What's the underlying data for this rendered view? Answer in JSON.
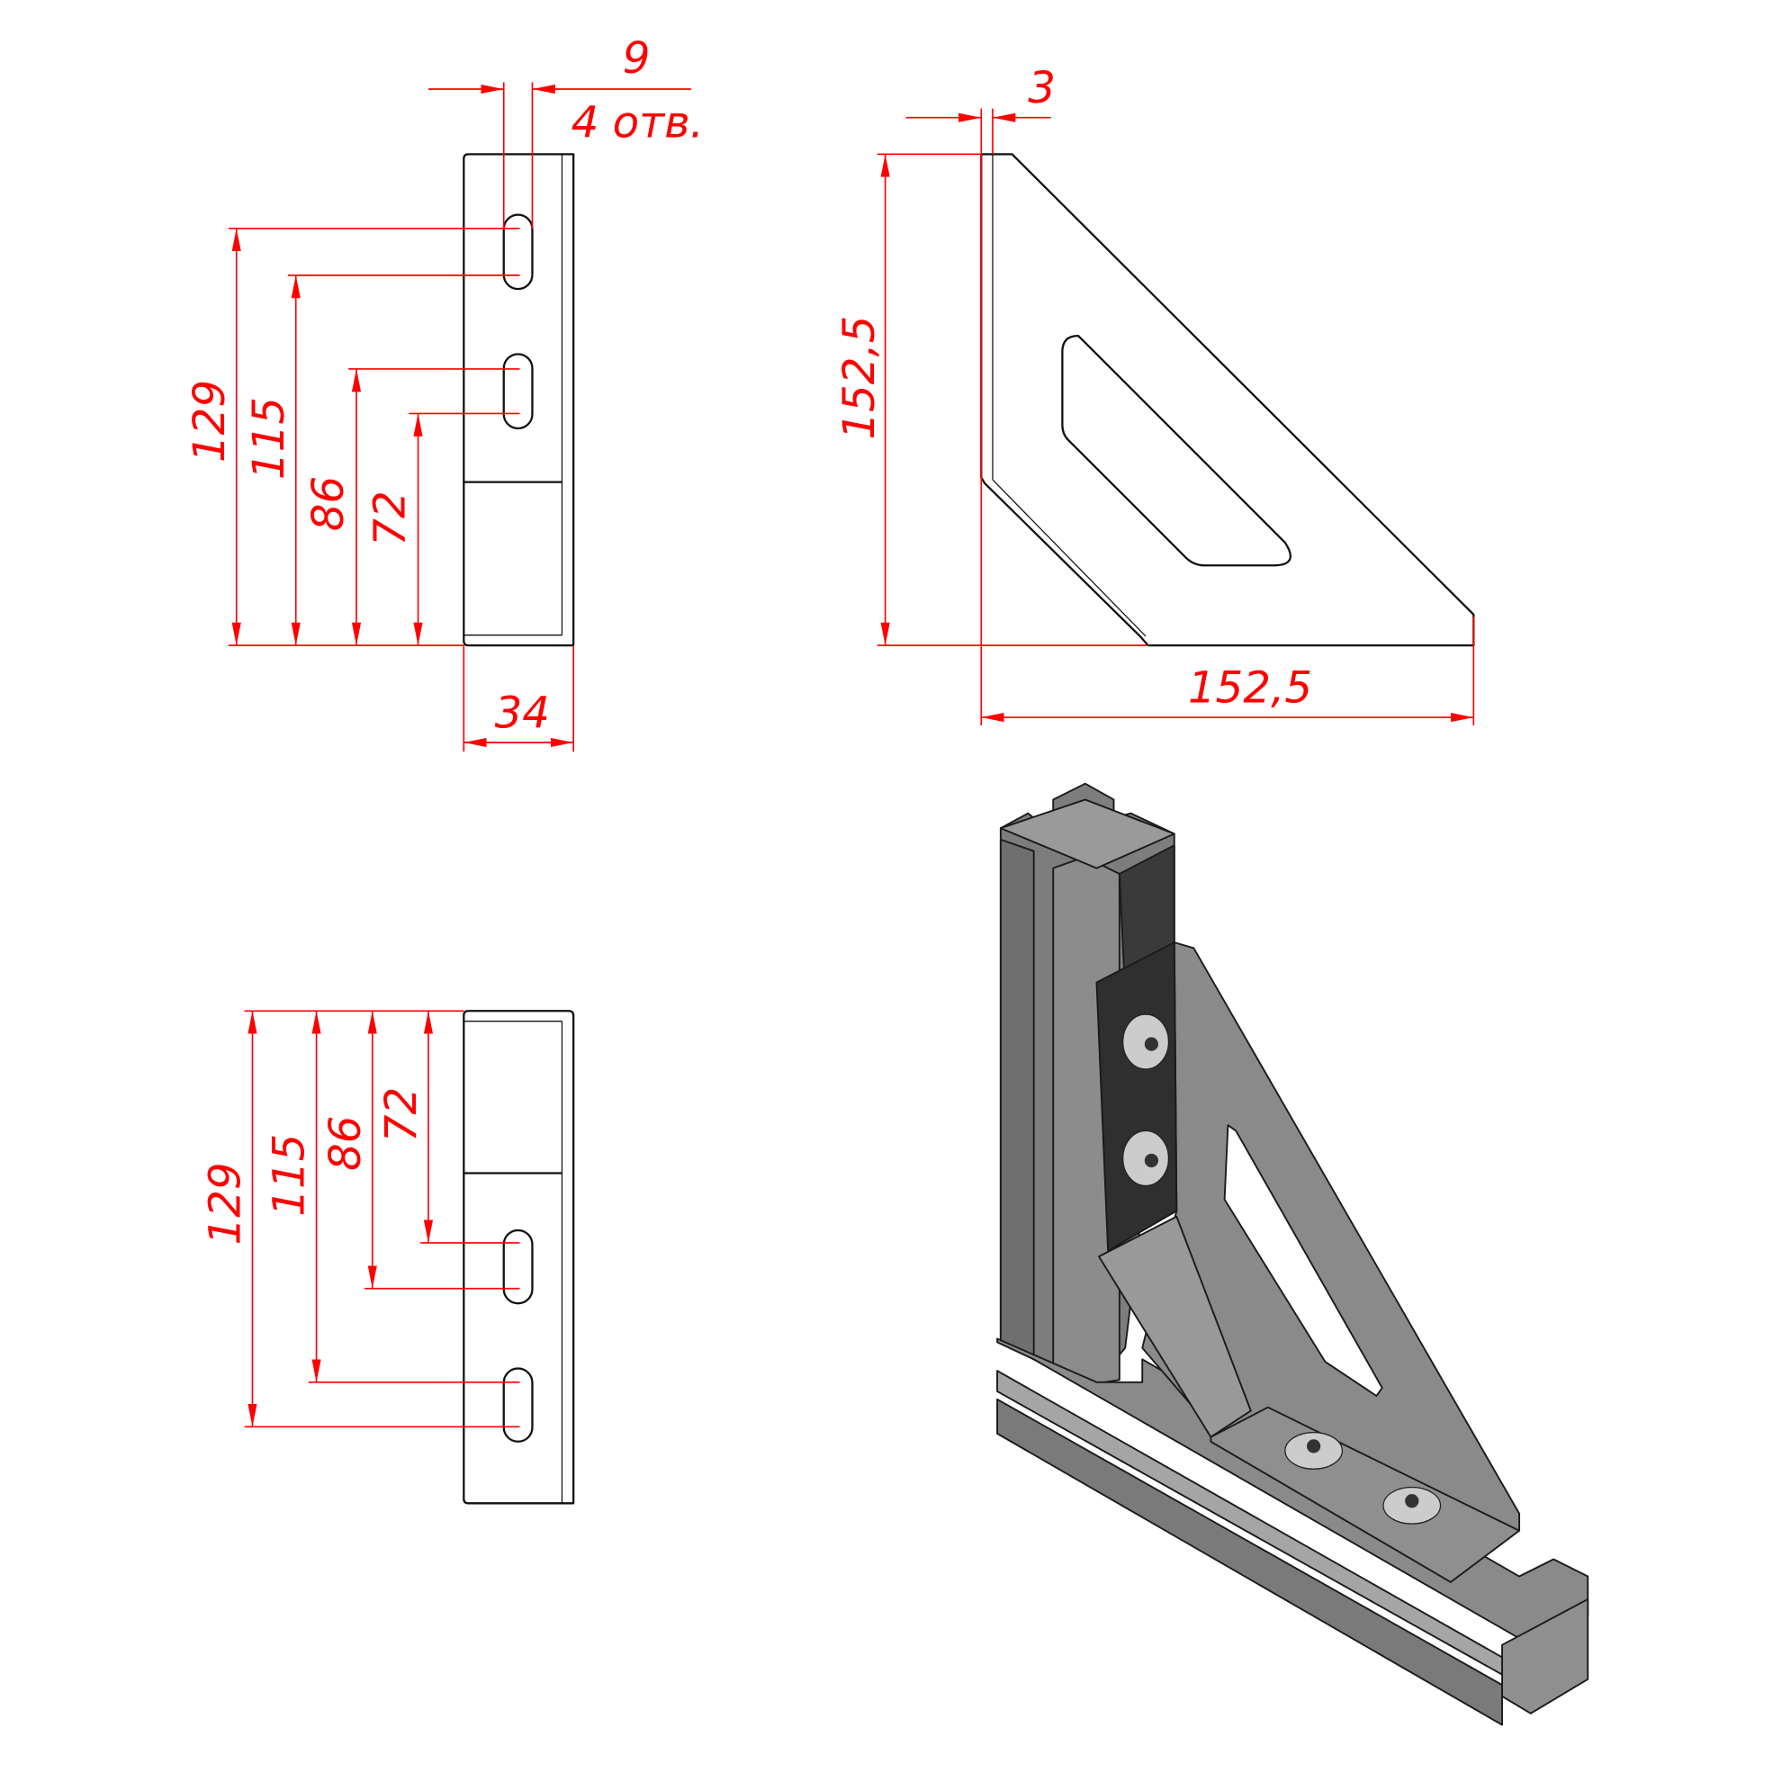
{
  "side_view_top": {
    "hole_width": "9",
    "hole_note": "4 отв.",
    "dims": [
      "129",
      "115",
      "86",
      "72"
    ],
    "width": "34"
  },
  "front_view": {
    "thickness": "3",
    "height": "152,5",
    "width": "152,5"
  },
  "side_view_bottom": {
    "dims": [
      "129",
      "115",
      "86",
      "72"
    ]
  },
  "colors": {
    "dimension": "#ff0000",
    "outline": "#111111",
    "metal": "#8a8a8a"
  }
}
